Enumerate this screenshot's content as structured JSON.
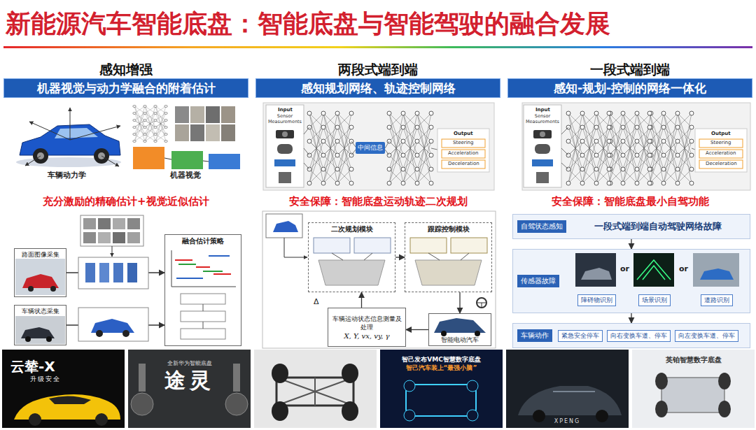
{
  "diagram": {
    "title": "新能源汽车智能底盘：智能底盘与智能驾驶的融合发展",
    "nodes": [
      {
        "text": [
          "感知增强",
          "机器视觉与动力学融合的附着估计"
        ]
      },
      {
        "text": [
          "两段式端到端",
          "感知规划网络、轨迹控制网络"
        ]
      },
      {
        "text": [
          "一段式端到端",
          "感知-规划-控制的网络一体化"
        ]
      },
      {
        "text": [
          "路面图像采集"
        ]
      },
      {
        "text": [
          "车辆状态采集"
        ]
      },
      {
        "text": [
          "融合估计策略"
        ]
      },
      {
        "text": [
          "中间信息"
        ]
      },
      {
        "text": [
          "二次规划模块"
        ]
      },
      {
        "text": [
          "跟踪控制模块"
        ]
      },
      {
        "text": [
          "智能电动汽车"
        ]
      },
      {
        "text": [
          "车辆运动状态信息测量及处理",
          "X, Y, vx, vy, γ"
        ]
      },
      {
        "text": [
          "自驾状态感知",
          "一段式端到端自动驾驶网络故障"
        ]
      },
      {
        "text": [
          "传感器故障"
        ]
      },
      {
        "text": [
          "障碍物识别"
        ],
        "in": 12
      },
      {
        "text": [
          "场景识别"
        ],
        "in": 12
      },
      {
        "text": [
          "道路识别"
        ],
        "in": 12
      },
      {
        "text": [
          "车辆动作"
        ]
      },
      {
        "text": [
          "紧急安全停车"
        ],
        "in": 16
      },
      {
        "text": [
          "向右变换车道、停车"
        ],
        "in": 16
      },
      {
        "text": [
          "向左变换车道、停车"
        ],
        "in": 16
      },
      {
        "text": [
          "云辇-X",
          "升级安全"
        ]
      },
      {
        "text": [
          "全新华为智能底盘",
          "途灵"
        ]
      },
      {
        "text": [
          "智己发布VMC智慧数字底盘",
          "智己汽车装上“最强小脑”"
        ]
      },
      {
        "text": [
          "XPENG"
        ]
      },
      {
        "text": [
          "英铂智慧数字底盘"
        ]
      }
    ],
    "edges": [
      {
        "from": 3,
        "to": 5,
        "arrow": "to"
      },
      {
        "from": 4,
        "to": 5,
        "arrow": "to"
      },
      {
        "from": 7,
        "to": 8,
        "arrow": "to"
      },
      {
        "from": 8,
        "to": 9,
        "arrow": "to"
      },
      {
        "from": 9,
        "to": 10,
        "arrow": "to"
      },
      {
        "from": 10,
        "to": 7,
        "arrow": "to"
      },
      {
        "from": 11,
        "to": 12,
        "arrow": "to"
      },
      {
        "from": 12,
        "to": 16,
        "arrow": "to"
      }
    ],
    "labels": [
      "车辆动力学",
      "机器视觉",
      "充分激励的精确估计+视觉近似估计",
      "Input",
      "Sensor Measurements",
      "Output",
      "Steering",
      "Acceleration",
      "Deceleration",
      "安全保障：智能底盘运动轨迹二次规划",
      "Input",
      "Sensor Measurements",
      "Output",
      "Steering",
      "Acceleration",
      "Deceleration",
      "安全保障：智能底盘最小自驾功能",
      "or",
      "or",
      "Δ"
    ]
  }
}
